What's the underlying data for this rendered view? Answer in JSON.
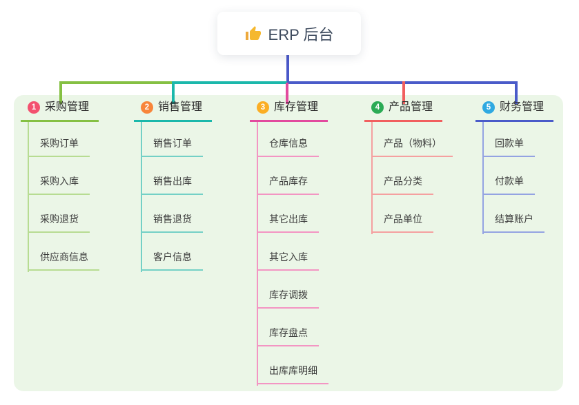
{
  "root": {
    "label": "ERP 后台",
    "icon": "thumbs-up-icon"
  },
  "theme": {
    "background": "#ffffff",
    "panel": "#ebf6e7",
    "root_line": "#4a58c9",
    "root_text": "#3d4a5d",
    "title_text": "#2e2e2e",
    "child_text": "#3c3c3c",
    "thumb_gold": "#f5b82e"
  },
  "branches": [
    {
      "index": "1",
      "label": "采购管理",
      "badge_color": "#f3516f",
      "line_color": "#85c043",
      "child_line_color": "#b7dc92",
      "children": [
        "采购订单",
        "采购入库",
        "采购退货",
        "供应商信息"
      ]
    },
    {
      "index": "2",
      "label": "销售管理",
      "badge_color": "#f8853a",
      "line_color": "#1bb8ab",
      "child_line_color": "#74d0c6",
      "children": [
        "销售订单",
        "销售出库",
        "销售退货",
        "客户信息"
      ]
    },
    {
      "index": "3",
      "label": "库存管理",
      "badge_color": "#fbae24",
      "line_color": "#e24a9e",
      "child_line_color": "#f395c3",
      "children": [
        "仓库信息",
        "产品库存",
        "其它出库",
        "其它入库",
        "库存调拨",
        "库存盘点",
        "出库库明细"
      ]
    },
    {
      "index": "4",
      "label": "产品管理",
      "badge_color": "#2bab55",
      "line_color": "#f15f5f",
      "child_line_color": "#f5a0a0",
      "children": [
        "产品（物料）",
        "产品分类",
        "产品单位"
      ]
    },
    {
      "index": "5",
      "label": "财务管理",
      "badge_color": "#2fa9e1",
      "line_color": "#4a5bc9",
      "child_line_color": "#94a3e2",
      "children": [
        "回款单",
        "付款单",
        "结算账户"
      ]
    }
  ]
}
